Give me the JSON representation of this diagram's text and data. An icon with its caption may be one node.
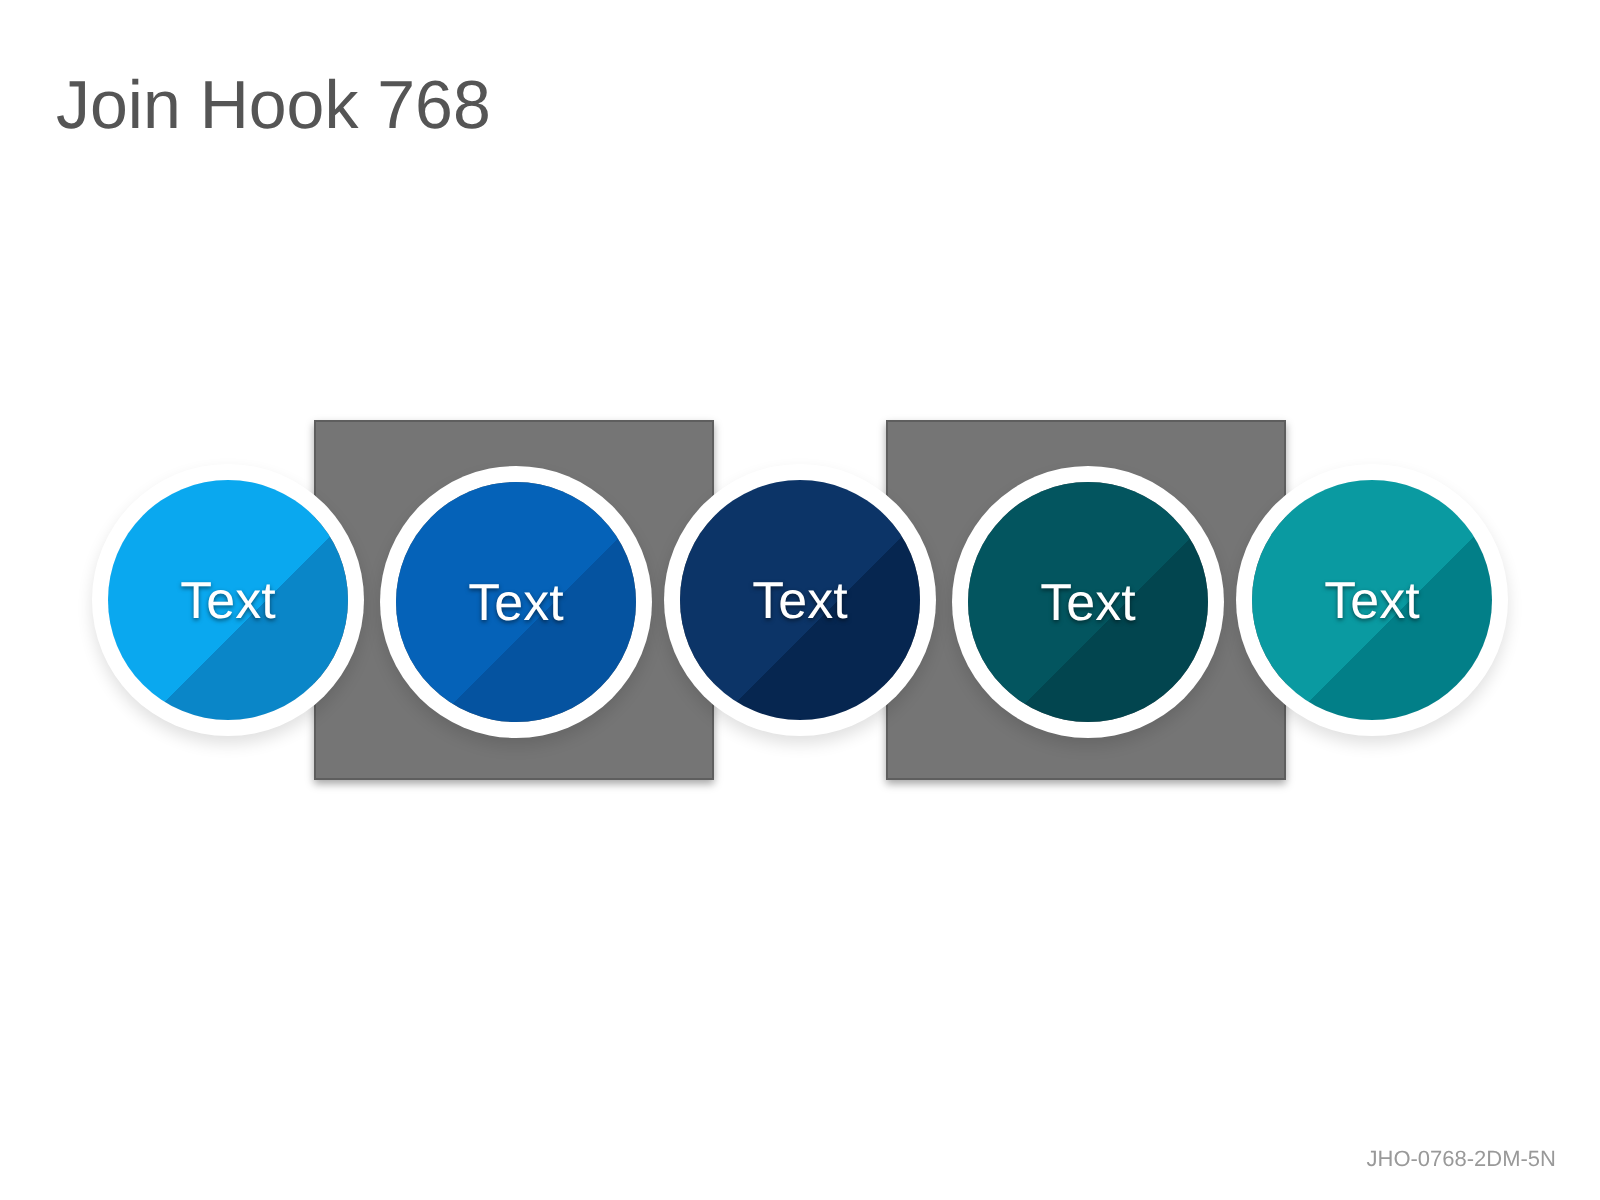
{
  "diagram": {
    "title": "Join Hook 768",
    "nodes": [
      {
        "text": [
          "Text"
        ]
      },
      {
        "text": [],
        "shape": "box"
      },
      {
        "text": [
          "Text"
        ],
        "in": 1
      },
      {
        "text": [
          "Text"
        ]
      },
      {
        "text": [],
        "shape": "box"
      },
      {
        "text": [
          "Text"
        ],
        "in": 4
      },
      {
        "text": [
          "Text"
        ]
      }
    ],
    "labels": [
      "JHO-0768-2DM-5N"
    ]
  }
}
